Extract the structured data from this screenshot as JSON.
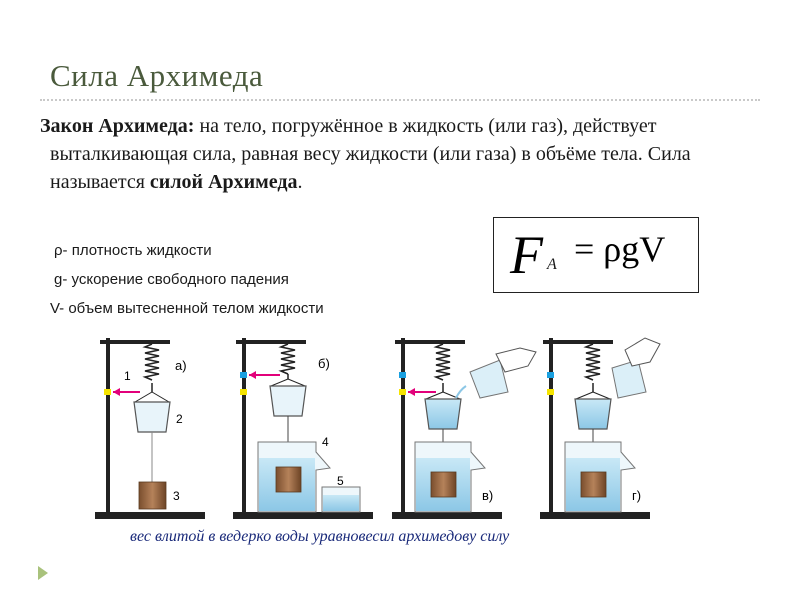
{
  "slide": {
    "title": "Сила Архимеда",
    "law": {
      "term": "Закон Архимеда:",
      "text_1": " на тело, погружённое в жидкость (или газ), действует выталкивающая сила, равная весу жидкости (или газа) в объёме тела. Сила называется ",
      "term_2": "силой Архимеда",
      "text_2": "."
    },
    "legend": {
      "rho": "ρ- плотность жидкости",
      "g": "g- ускорение свободного падения",
      "v": "V- объем вытесненной телом жидкости"
    },
    "formula": {
      "F": "F",
      "sub": "A",
      "rhs": "= ρgV"
    },
    "figure": {
      "labels": {
        "a": "а)",
        "b": "б)",
        "c": "в)",
        "d": "г)",
        "n1": "1",
        "n2": "2",
        "n3": "3",
        "n4": "4",
        "n5": "5"
      }
    },
    "caption": "вес влитой в ведерко воды уравновесил архимедову силу"
  },
  "colors": {
    "title": "#4a5a3c",
    "caption": "#1a2a7a",
    "water": "#9fd0ea",
    "body": "#9a6a45",
    "arrow": "#e2007a",
    "accent": "#a9c27c"
  }
}
